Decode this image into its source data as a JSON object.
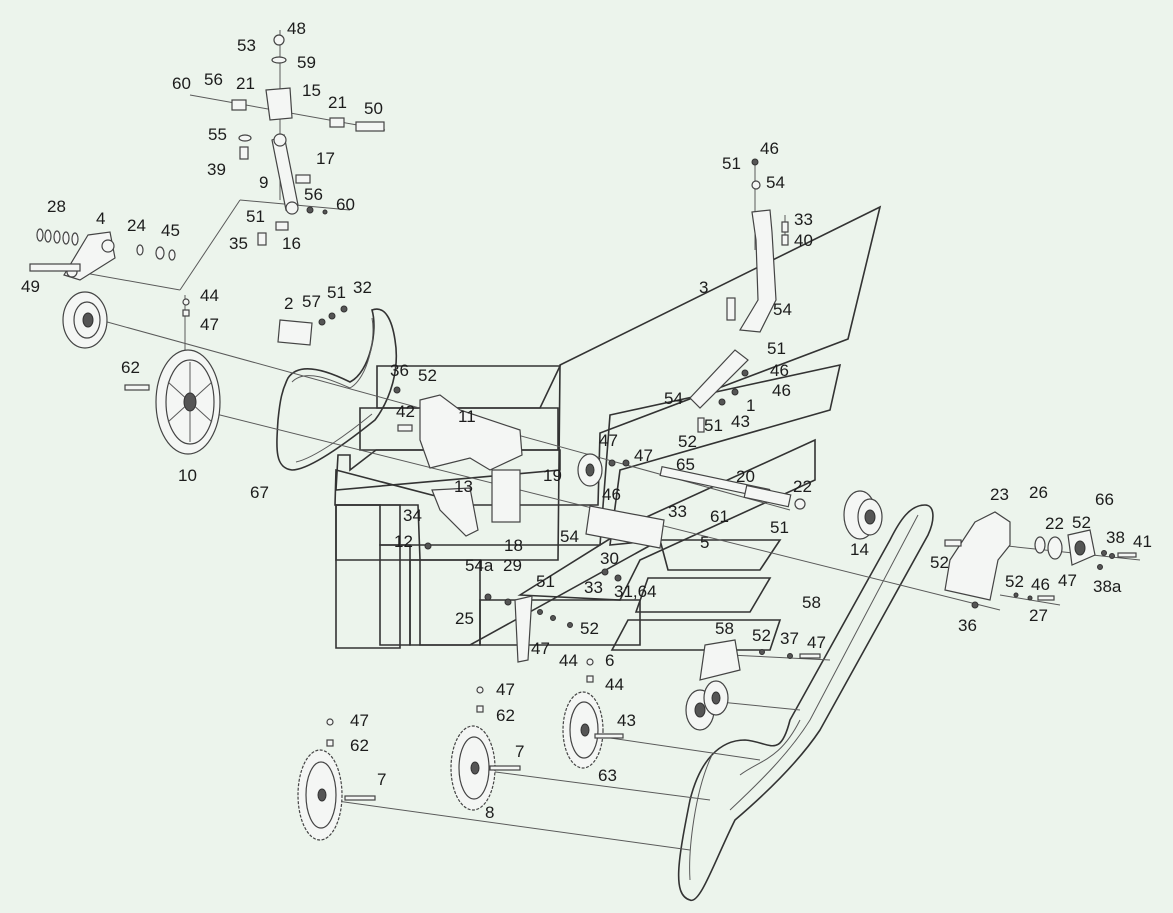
{
  "callouts": [
    {
      "id": "c48",
      "text": "48"
    },
    {
      "id": "c53",
      "text": "53"
    },
    {
      "id": "c59",
      "text": "59"
    },
    {
      "id": "c60a",
      "text": "60"
    },
    {
      "id": "c56a",
      "text": "56"
    },
    {
      "id": "c21a",
      "text": "21"
    },
    {
      "id": "c15",
      "text": "15"
    },
    {
      "id": "c21b",
      "text": "21"
    },
    {
      "id": "c50",
      "text": "50"
    },
    {
      "id": "c55",
      "text": "55"
    },
    {
      "id": "c39",
      "text": "39"
    },
    {
      "id": "c17",
      "text": "17"
    },
    {
      "id": "c9",
      "text": "9"
    },
    {
      "id": "c56b",
      "text": "56"
    },
    {
      "id": "c60b",
      "text": "60"
    },
    {
      "id": "c28",
      "text": "28"
    },
    {
      "id": "c4",
      "text": "4"
    },
    {
      "id": "c24",
      "text": "24"
    },
    {
      "id": "c45",
      "text": "45"
    },
    {
      "id": "c51a",
      "text": "51"
    },
    {
      "id": "c35",
      "text": "35"
    },
    {
      "id": "c16",
      "text": "16"
    },
    {
      "id": "c49",
      "text": "49"
    },
    {
      "id": "c44a",
      "text": "44"
    },
    {
      "id": "c47a",
      "text": "47"
    },
    {
      "id": "c2",
      "text": "2"
    },
    {
      "id": "c57",
      "text": "57"
    },
    {
      "id": "c51b",
      "text": "51"
    },
    {
      "id": "c32",
      "text": "32"
    },
    {
      "id": "c62a",
      "text": "62"
    },
    {
      "id": "c10",
      "text": "10"
    },
    {
      "id": "c67",
      "text": "67"
    },
    {
      "id": "c36a",
      "text": "36"
    },
    {
      "id": "c52a",
      "text": "52"
    },
    {
      "id": "c42",
      "text": "42"
    },
    {
      "id": "c11",
      "text": "11"
    },
    {
      "id": "c51c",
      "text": "51"
    },
    {
      "id": "c46a",
      "text": "46"
    },
    {
      "id": "c54a",
      "text": "54"
    },
    {
      "id": "c33a",
      "text": "33"
    },
    {
      "id": "c40",
      "text": "40"
    },
    {
      "id": "c3",
      "text": "3"
    },
    {
      "id": "c54b",
      "text": "54"
    },
    {
      "id": "c51d",
      "text": "51"
    },
    {
      "id": "c46b",
      "text": "46"
    },
    {
      "id": "c46c",
      "text": "46"
    },
    {
      "id": "c1",
      "text": "1"
    },
    {
      "id": "c54c",
      "text": "54"
    },
    {
      "id": "c51e",
      "text": "51"
    },
    {
      "id": "c43a",
      "text": "43"
    },
    {
      "id": "c52b",
      "text": "52"
    },
    {
      "id": "c47b",
      "text": "47"
    },
    {
      "id": "c47c",
      "text": "47"
    },
    {
      "id": "c65",
      "text": "65"
    },
    {
      "id": "c19",
      "text": "19"
    },
    {
      "id": "c20",
      "text": "20"
    },
    {
      "id": "c22a",
      "text": "22"
    },
    {
      "id": "c46d",
      "text": "46"
    },
    {
      "id": "c13",
      "text": "13"
    },
    {
      "id": "c34",
      "text": "34"
    },
    {
      "id": "c12",
      "text": "12"
    },
    {
      "id": "c18",
      "text": "18"
    },
    {
      "id": "c54d",
      "text": "54"
    },
    {
      "id": "c33b",
      "text": "33"
    },
    {
      "id": "c61",
      "text": "61"
    },
    {
      "id": "c51f",
      "text": "51"
    },
    {
      "id": "c5",
      "text": "5"
    },
    {
      "id": "c14",
      "text": "14"
    },
    {
      "id": "c23",
      "text": "23"
    },
    {
      "id": "c26",
      "text": "26"
    },
    {
      "id": "c66",
      "text": "66"
    },
    {
      "id": "c22b",
      "text": "22"
    },
    {
      "id": "c52c",
      "text": "52"
    },
    {
      "id": "c38",
      "text": "38"
    },
    {
      "id": "c41",
      "text": "41"
    },
    {
      "id": "c52d",
      "text": "52"
    },
    {
      "id": "c47d",
      "text": "47"
    },
    {
      "id": "c38a",
      "text": "38a"
    },
    {
      "id": "c54a2",
      "text": "54a"
    },
    {
      "id": "c29",
      "text": "29"
    },
    {
      "id": "c51g",
      "text": "51"
    },
    {
      "id": "c30",
      "text": "30"
    },
    {
      "id": "c33c",
      "text": "33"
    },
    {
      "id": "c3164",
      "text": "31,64"
    },
    {
      "id": "c58a",
      "text": "58"
    },
    {
      "id": "c52e",
      "text": "52"
    },
    {
      "id": "c46e",
      "text": "46"
    },
    {
      "id": "c36b",
      "text": "36"
    },
    {
      "id": "c27",
      "text": "27"
    },
    {
      "id": "c25",
      "text": "25"
    },
    {
      "id": "c52f",
      "text": "52"
    },
    {
      "id": "c47e",
      "text": "47"
    },
    {
      "id": "c44b",
      "text": "44"
    },
    {
      "id": "c6",
      "text": "6"
    },
    {
      "id": "c58b",
      "text": "58"
    },
    {
      "id": "c52g",
      "text": "52"
    },
    {
      "id": "c37",
      "text": "37"
    },
    {
      "id": "c47f",
      "text": "47"
    },
    {
      "id": "c44c",
      "text": "44"
    },
    {
      "id": "c47g",
      "text": "47"
    },
    {
      "id": "c62b",
      "text": "62"
    },
    {
      "id": "c43b",
      "text": "43"
    },
    {
      "id": "c47h",
      "text": "47"
    },
    {
      "id": "c62c",
      "text": "62"
    },
    {
      "id": "c7a",
      "text": "7"
    },
    {
      "id": "c63",
      "text": "63"
    },
    {
      "id": "c7b",
      "text": "7"
    },
    {
      "id": "c8",
      "text": "8"
    }
  ]
}
